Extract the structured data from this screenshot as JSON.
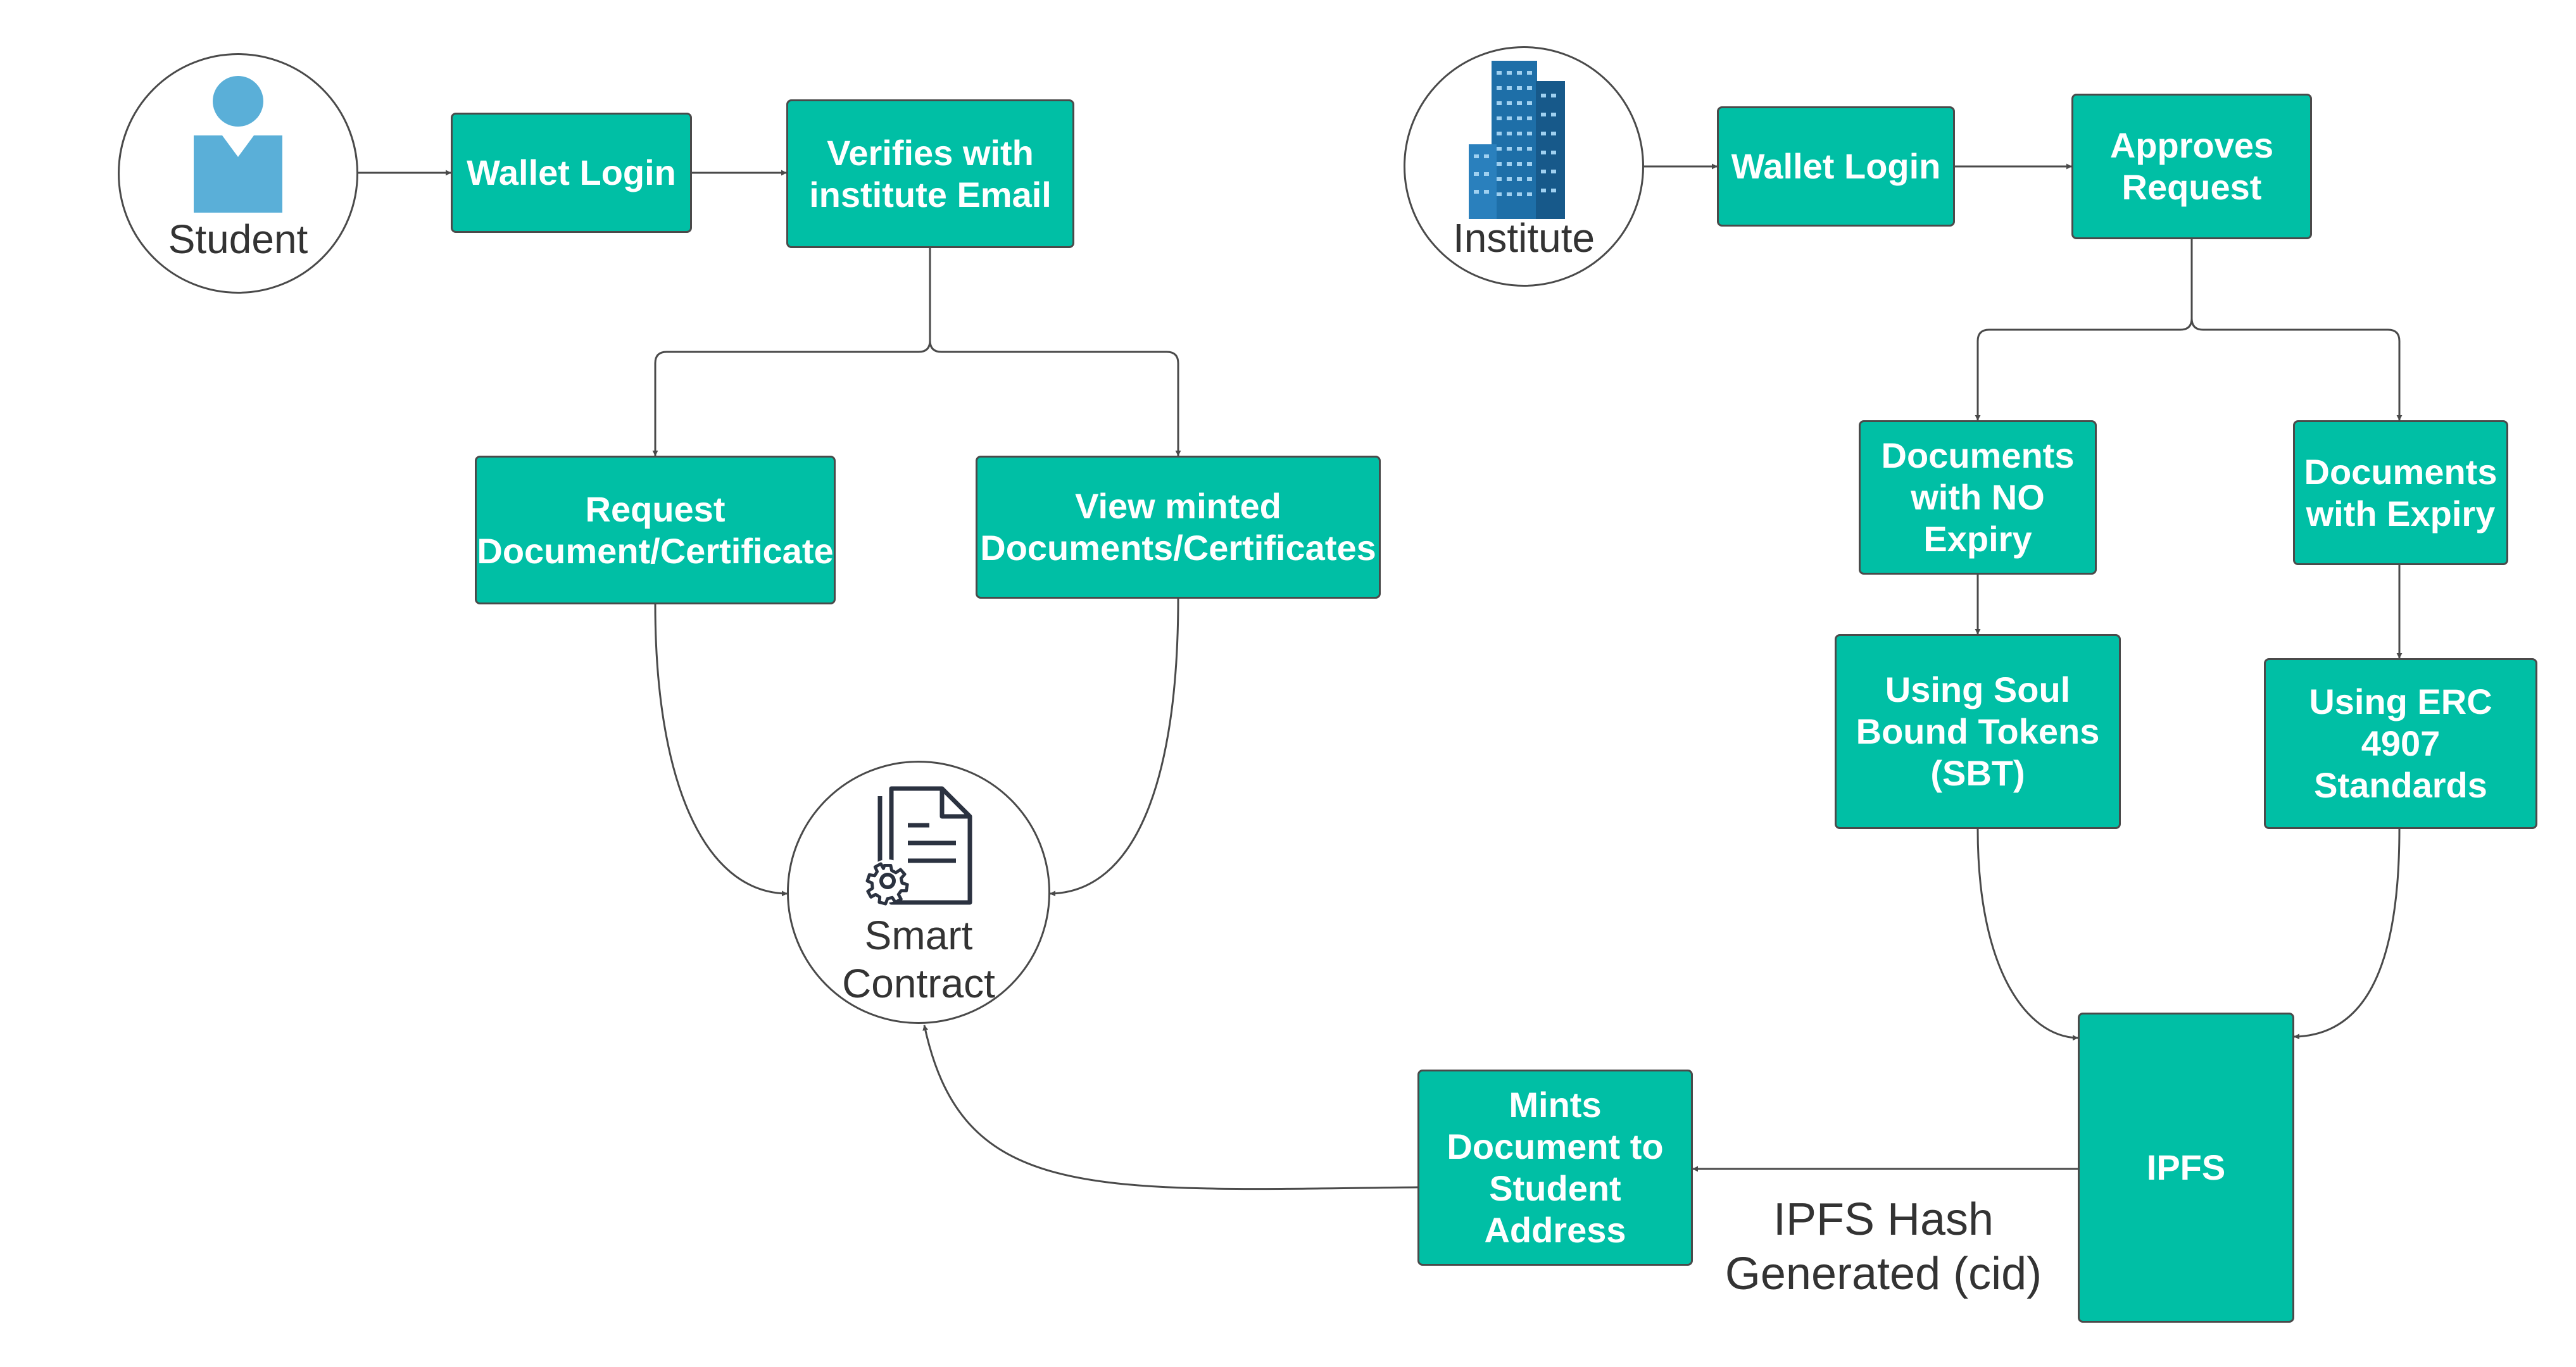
{
  "colors": {
    "node_fill": "#00BFA5",
    "node_border": "#4a4a4a",
    "node_text": "#ffffff",
    "edge": "#4a4a4a",
    "icon_blue": "#5AAFD8",
    "building_blue": "#1E6FA8"
  },
  "actors": {
    "student": {
      "label": "Student",
      "icon": "user-icon"
    },
    "institute": {
      "label": "Institute",
      "icon": "building-icon"
    },
    "smart_contract": {
      "label": "Smart\nContract",
      "icon": "document-gear-icon"
    }
  },
  "nodes": {
    "student_wallet_login": "Wallet Login",
    "verify_email": "Verifies with\ninstitute Email",
    "request_document": "Request\nDocument/Certificate",
    "view_minted": "View minted\nDocuments/Certificates",
    "institute_wallet_login": "Wallet Login",
    "approves_request": "Approves\nRequest",
    "docs_no_expiry": "Documents\nwith NO\nExpiry",
    "docs_with_expiry": "Documents\nwith Expiry",
    "using_sbt": "Using Soul\nBound Tokens\n(SBT)",
    "using_erc": "Using ERC\n4907\nStandards",
    "ipfs": "IPFS",
    "mints_document": "Mints\nDocument to\nStudent\nAddress"
  },
  "edge_labels": {
    "ipfs_hash": "IPFS Hash\nGenerated (cid)"
  }
}
